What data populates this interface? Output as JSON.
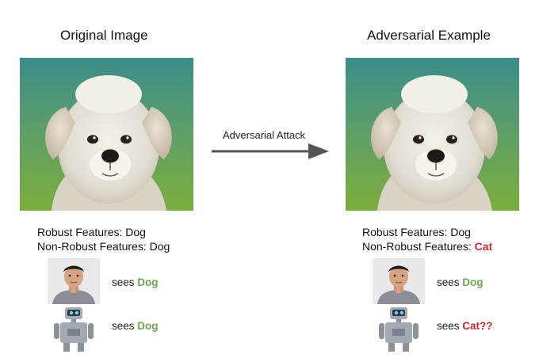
{
  "left": {
    "title": "Original Image",
    "robust_line": "Robust Features: Dog",
    "nonrobust_prefix": "Non-Robust Features: ",
    "nonrobust_value": "Dog",
    "human_sees_prefix": "sees ",
    "human_sees_value": "Dog",
    "robot_sees_prefix": "sees ",
    "robot_sees_value": "Dog"
  },
  "right": {
    "title": "Adversarial Example",
    "robust_line": "Robust Features: Dog",
    "nonrobust_prefix": "Non-Robust Features: ",
    "nonrobust_value": "Cat",
    "human_sees_prefix": "sees ",
    "human_sees_value": "Dog",
    "robot_sees_prefix": "sees ",
    "robot_sees_value": "Cat??"
  },
  "arrow": {
    "label": "Adversarial Attack"
  },
  "colors": {
    "dog_green": "#6aa84f",
    "cat_red": "#cc2a2a",
    "arrow": "#555555"
  },
  "icons": [
    "puppy-photo",
    "human-avatar",
    "robot-icon",
    "arrow-right-icon"
  ]
}
